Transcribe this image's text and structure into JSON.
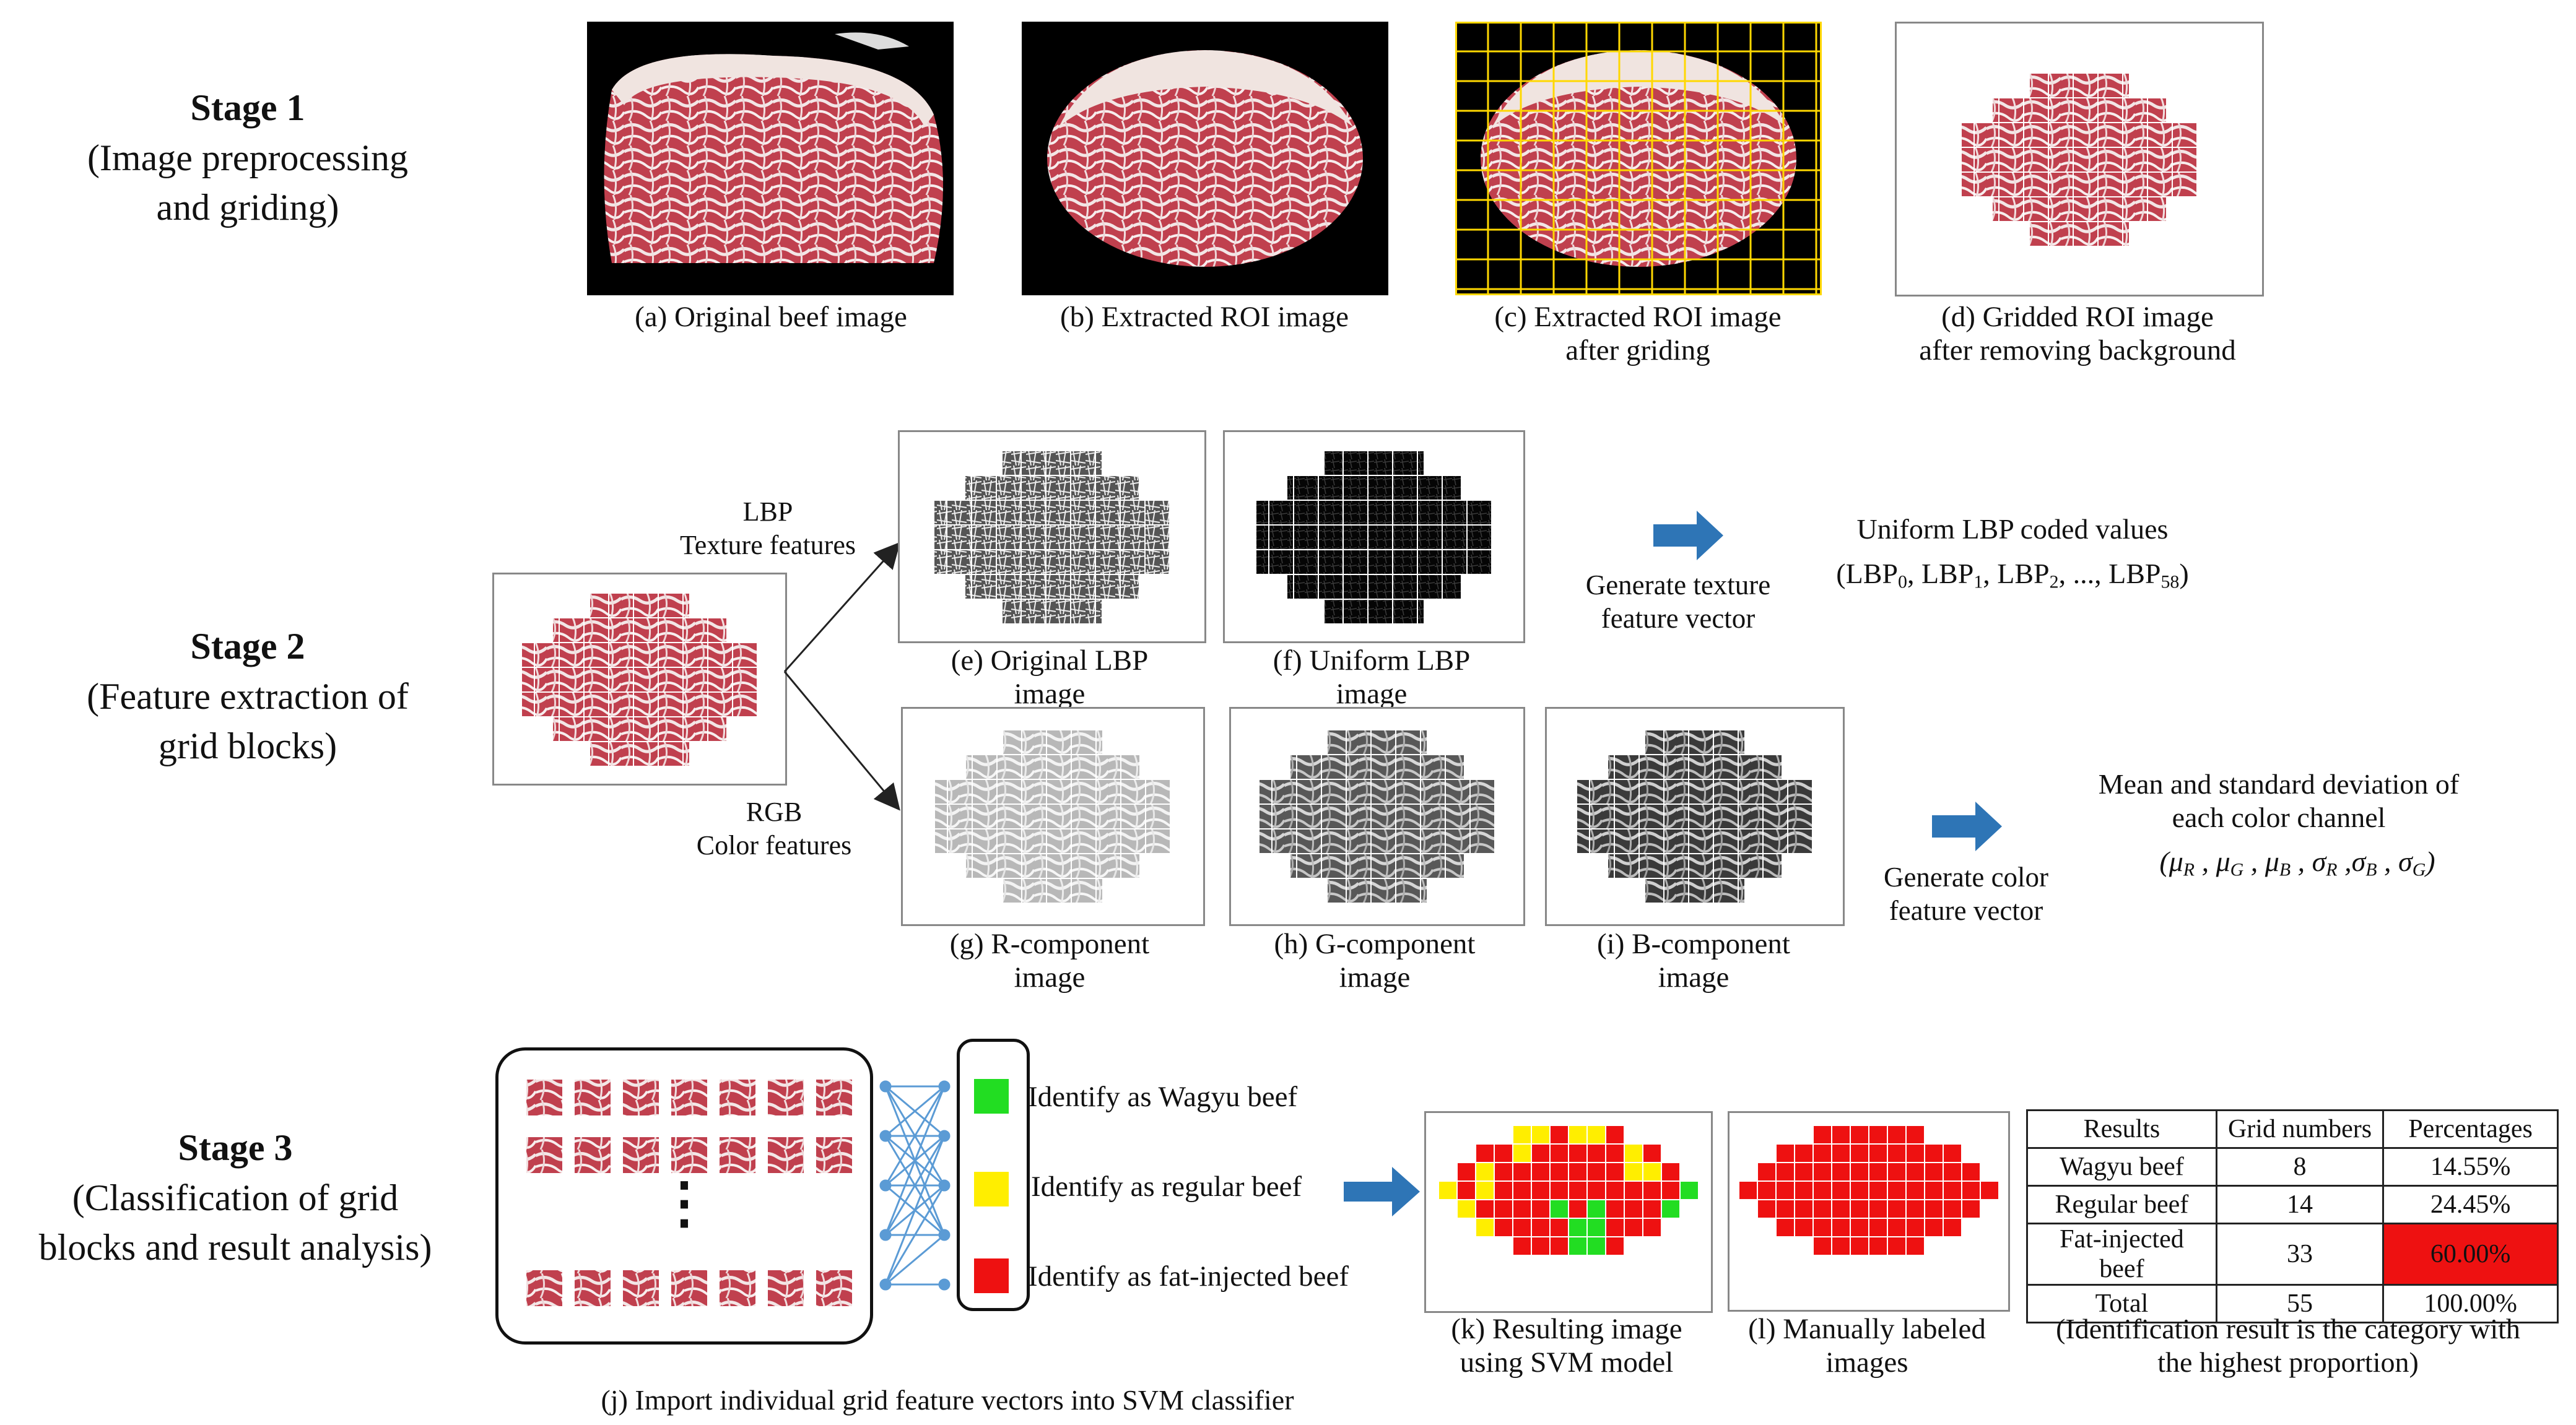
{
  "stage1": {
    "title": "Stage 1",
    "subtitle_line1": "(Image preprocessing",
    "subtitle_line2": "and griding)",
    "captions": {
      "a": "(a) Original beef image",
      "b": "(b) Extracted ROI image",
      "c_line1": "(c) Extracted ROI image",
      "c_line2": "after griding",
      "d_line1": "(d) Gridded ROI image",
      "d_line2": "after removing background"
    }
  },
  "stage2": {
    "title": "Stage 2",
    "subtitle_line1": "(Feature extraction of",
    "subtitle_line2": "grid blocks)",
    "lbp_label_line1": "LBP",
    "lbp_label_line2": "Texture features",
    "rgb_label_line1": "RGB",
    "rgb_label_line2": "Color features",
    "captions": {
      "e_line1": "(e) Original LBP",
      "e_line2": "image",
      "f_line1": "(f) Uniform LBP",
      "f_line2": "image",
      "g_line1": "(g) R-component",
      "g_line2": "image",
      "h_line1": "(h) G-component",
      "h_line2": "image",
      "i_line1": "(i) B-component",
      "i_line2": "image"
    },
    "texture_vector_line1": "Generate texture",
    "texture_vector_line2": "feature vector",
    "color_vector_line1": "Generate color",
    "color_vector_line2": "feature vector",
    "lbp_values_title": "Uniform LBP coded values",
    "color_stats_line1": "Mean and standard deviation of",
    "color_stats_line2": "each color channel"
  },
  "stage3": {
    "title": "Stage 3",
    "subtitle_line1": "(Classification of grid",
    "subtitle_line2": "blocks and result analysis)",
    "ellipsis": "⋮",
    "legend": [
      {
        "label": "Identify as Wagyu beef",
        "color": "#22dd22"
      },
      {
        "label": "Identify as regular beef",
        "color": "#ffee00"
      },
      {
        "label": "Identify as fat-injected beef",
        "color": "#ee1111"
      }
    ],
    "captions": {
      "j": "(j) Import individual grid feature vectors into SVM classifier",
      "k_line1": "(k) Resulting image",
      "k_line2": "using SVM model",
      "l_line1": "(l) Manually labeled",
      "l_line2": "images",
      "table_note_line1": "(Identification result is the category with",
      "table_note_line2": "the highest proportion)"
    },
    "table": {
      "headers": [
        "Results",
        "Grid numbers",
        "Percentages"
      ],
      "rows": [
        [
          "Wagyu beef",
          "8",
          "14.55%"
        ],
        [
          "Regular beef",
          "14",
          "24.45%"
        ],
        [
          "Fat-injected beef",
          "33",
          "60.00%"
        ],
        [
          "Total",
          "55",
          "100.00%"
        ]
      ],
      "highlight_color": "#ee1111"
    }
  },
  "colors": {
    "arrow_blue": "#2e75b6",
    "grid_yellow": "#ffd800",
    "network_blue": "#5b9bd5"
  }
}
